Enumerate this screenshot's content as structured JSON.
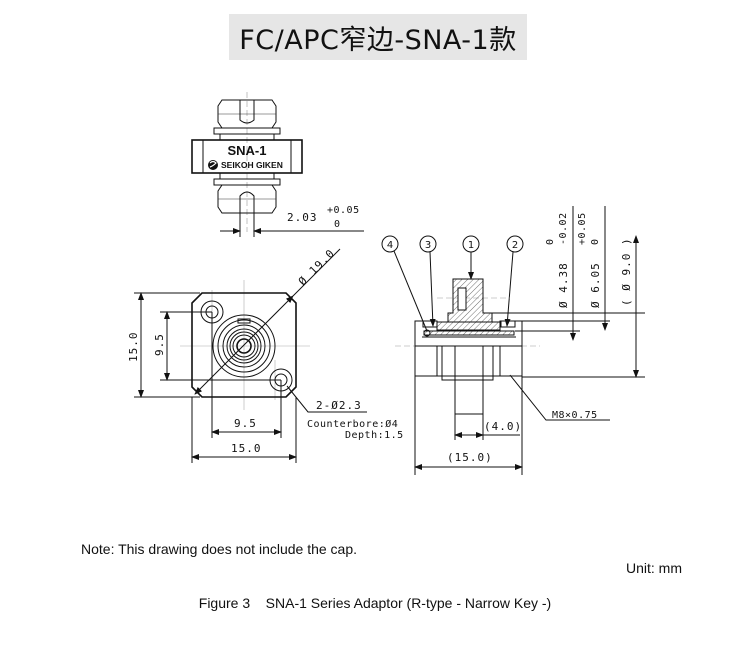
{
  "header": {
    "title": "FC/APC窄边-SNA-1款"
  },
  "top_view": {
    "model_label": "SNA-1",
    "brand_label": "SEIKOH GIKEN",
    "key_width": "2.03",
    "key_tol_upper": "+0.05",
    "key_tol_lower": "0"
  },
  "front_view": {
    "diameter_label": "Ø 19.0",
    "height_outer": "15.0",
    "height_inner": "9.5",
    "width_inner": "9.5",
    "width_outer": "15.0",
    "hole_callout": "2-Ø2.3",
    "counterbore": "Counterbore:Ø4",
    "depth": "Depth:1.5"
  },
  "section_view": {
    "balloons": [
      "4",
      "3",
      "1",
      "2"
    ],
    "dia1": "Ø 4.38",
    "dia1_tol_upper": "0",
    "dia1_tol_lower": "-0.02",
    "dia2": "Ø 6.05",
    "dia2_tol_upper": "+0.05",
    "dia2_tol_lower": "0",
    "dia3": "( Ø 9.0 )",
    "thread": "M8×0.75",
    "length_inner": "(4.0)",
    "length_outer": "(15.0)"
  },
  "footer": {
    "note": "Note: This drawing does not include the cap.",
    "unit": "Unit: mm",
    "caption": "Figure 3    SNA-1 Series Adaptor (R-type - Narrow Key -)"
  }
}
